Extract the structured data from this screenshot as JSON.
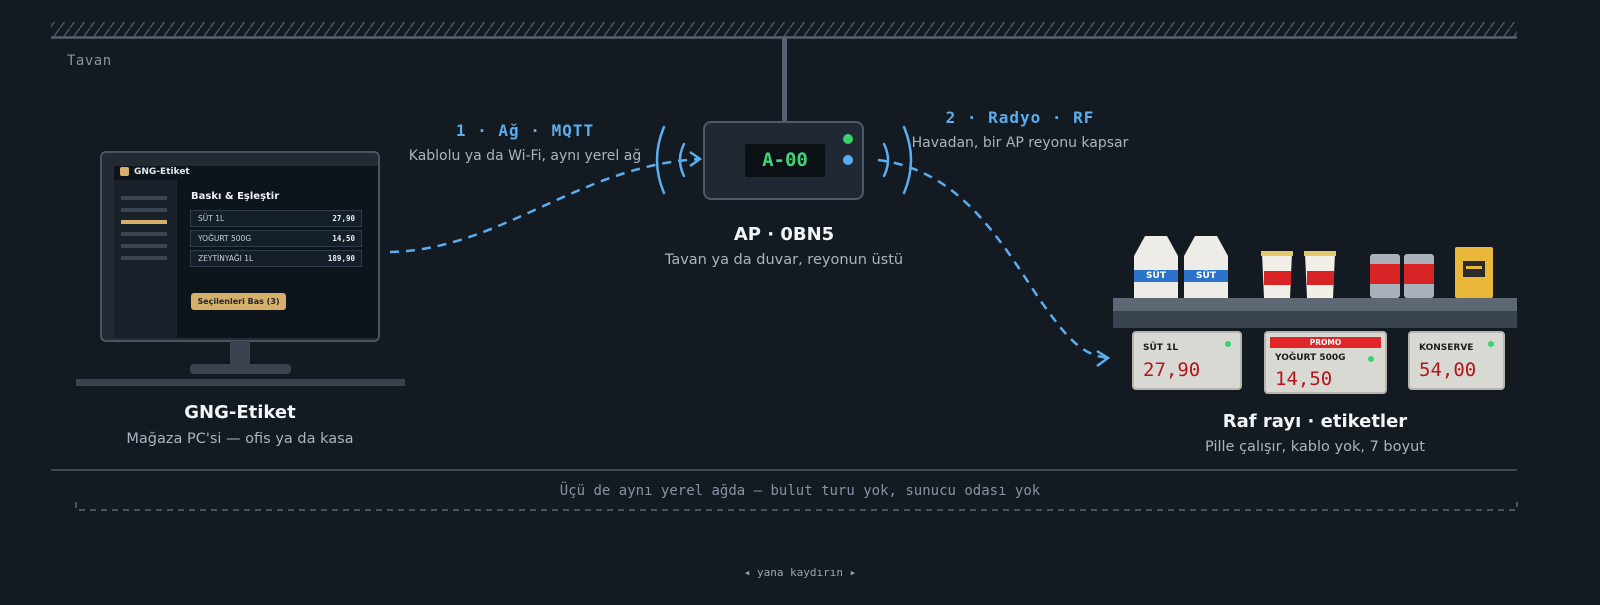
{
  "ceiling_label": "Tavan",
  "steps": [
    {
      "title": "1 · Ağ · MQTT",
      "subtitle": "Kablolu ya da Wi-Fi, aynı yerel ağ"
    },
    {
      "title": "2 · Radyo · RF",
      "subtitle": "Havadan, bir AP reyonu kapsar"
    }
  ],
  "pc": {
    "title": "GNG-Etiket",
    "subtitle": "Mağaza PC'si — ofis ya da kasa",
    "app": {
      "window_title": "GNG-Etiket",
      "panel_title": "Baskı & Eşleştir",
      "rows": [
        {
          "name": "SÜT 1L",
          "value": "27,90"
        },
        {
          "name": "YOĞURT 500G",
          "value": "14,50"
        },
        {
          "name": "ZEYTİNYAĞI 1L",
          "value": "189,90"
        }
      ],
      "button": "Seçilenleri Bas (3)"
    }
  },
  "ap": {
    "display": "A-00",
    "title": "AP · 0BN5",
    "subtitle": "Tavan ya da duvar, reyonun üstü"
  },
  "shelf": {
    "title": "Raf rayı · etiketler",
    "subtitle": "Pille çalışır, kablo yok, 7 boyut",
    "product_labels": [
      "SÜT",
      "SÜT"
    ],
    "tags": [
      {
        "name": "SÜT 1L",
        "price": "27,90"
      },
      {
        "name": "YOĞURT 500G",
        "price": "14,50",
        "badge": "PROMO"
      },
      {
        "name": "KONSERVE",
        "price": "54,00"
      }
    ]
  },
  "footnote": "Üçü de aynı yerel ağda — bulut turu yok, sunucu odası yok",
  "scroll_hint": "◂ yana kaydırın ▸",
  "colors": {
    "background": "#141a22",
    "accent": "#5aaef0",
    "led_green": "#37d36b",
    "price_red": "#b0161b",
    "app_button": "#d6b06a"
  }
}
